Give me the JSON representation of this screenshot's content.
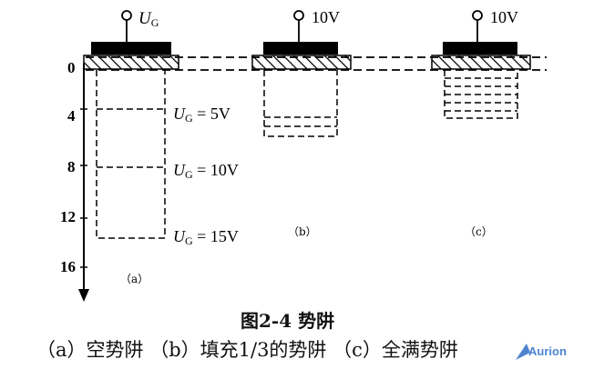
{
  "figure": {
    "caption_title": "图2-4 势阱",
    "caption_sub": "（a）空势阱 （b）填充1/3的势阱 （c）全满势阱",
    "axis_ticks": [
      "0",
      "4",
      "8",
      "12",
      "16"
    ],
    "panels": [
      {
        "id": "a",
        "gate_label_main": "U",
        "gate_label_sub": "G",
        "tag": "（a）",
        "levels": [
          {
            "label_main": "U",
            "label_sub": "G",
            "label_value": " = 5V"
          },
          {
            "label_main": "U",
            "label_sub": "G",
            "label_value": " = 10V"
          },
          {
            "label_main": "U",
            "label_sub": "G",
            "label_value": " = 15V"
          }
        ]
      },
      {
        "id": "b",
        "gate_label": "10V",
        "tag": "（b）"
      },
      {
        "id": "c",
        "gate_label": "10V",
        "tag": "（c）"
      }
    ],
    "watermark": "Aurion"
  }
}
